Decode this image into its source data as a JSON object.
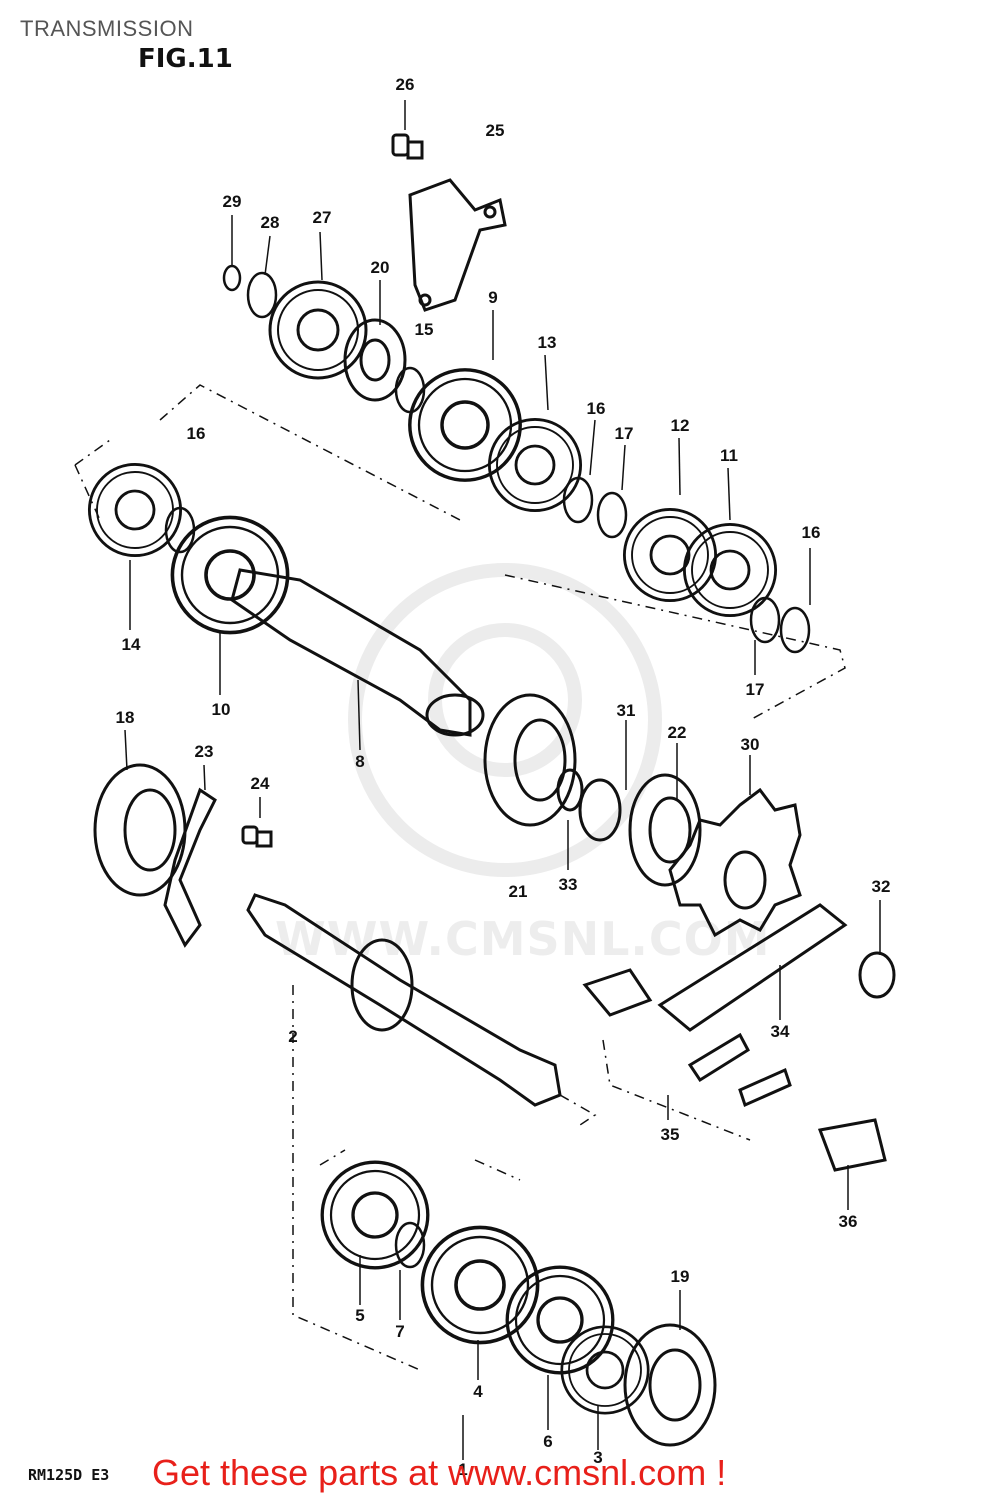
{
  "header": {
    "title": "TRANSMISSION",
    "figure": "FIG.11"
  },
  "watermark": {
    "text": "WWW.CMSNL.COM"
  },
  "footer": {
    "model_code": "RM125D E3",
    "promo_text": "Get these parts at www.cmsnl.com !",
    "promo_color": "#e8201a"
  },
  "parts": [
    "1",
    "2",
    "3",
    "4",
    "5",
    "6",
    "7",
    "8",
    "9",
    "10",
    "11",
    "12",
    "13",
    "14",
    "15",
    "16",
    "17",
    "18",
    "19",
    "20",
    "21",
    "22",
    "23",
    "24",
    "25",
    "26",
    "27",
    "28",
    "29",
    "30",
    "31",
    "32",
    "33",
    "34",
    "35",
    "36"
  ],
  "callouts": [
    {
      "part": "26"
    },
    {
      "part": "25"
    },
    {
      "part": "29"
    },
    {
      "part": "28"
    },
    {
      "part": "27"
    },
    {
      "part": "20"
    },
    {
      "part": "15"
    },
    {
      "part": "9"
    },
    {
      "part": "13"
    },
    {
      "part": "16"
    },
    {
      "part": "17"
    },
    {
      "part": "12"
    },
    {
      "part": "11"
    },
    {
      "part": "16"
    },
    {
      "part": "16"
    },
    {
      "part": "14"
    },
    {
      "part": "10"
    },
    {
      "part": "17"
    },
    {
      "part": "18"
    },
    {
      "part": "23"
    },
    {
      "part": "24"
    },
    {
      "part": "8"
    },
    {
      "part": "31"
    },
    {
      "part": "22"
    },
    {
      "part": "30"
    },
    {
      "part": "21"
    },
    {
      "part": "33"
    },
    {
      "part": "32"
    },
    {
      "part": "2"
    },
    {
      "part": "34"
    },
    {
      "part": "35"
    },
    {
      "part": "36"
    },
    {
      "part": "5"
    },
    {
      "part": "7"
    },
    {
      "part": "19"
    },
    {
      "part": "4"
    },
    {
      "part": "6"
    },
    {
      "part": "3"
    },
    {
      "part": "1"
    }
  ]
}
